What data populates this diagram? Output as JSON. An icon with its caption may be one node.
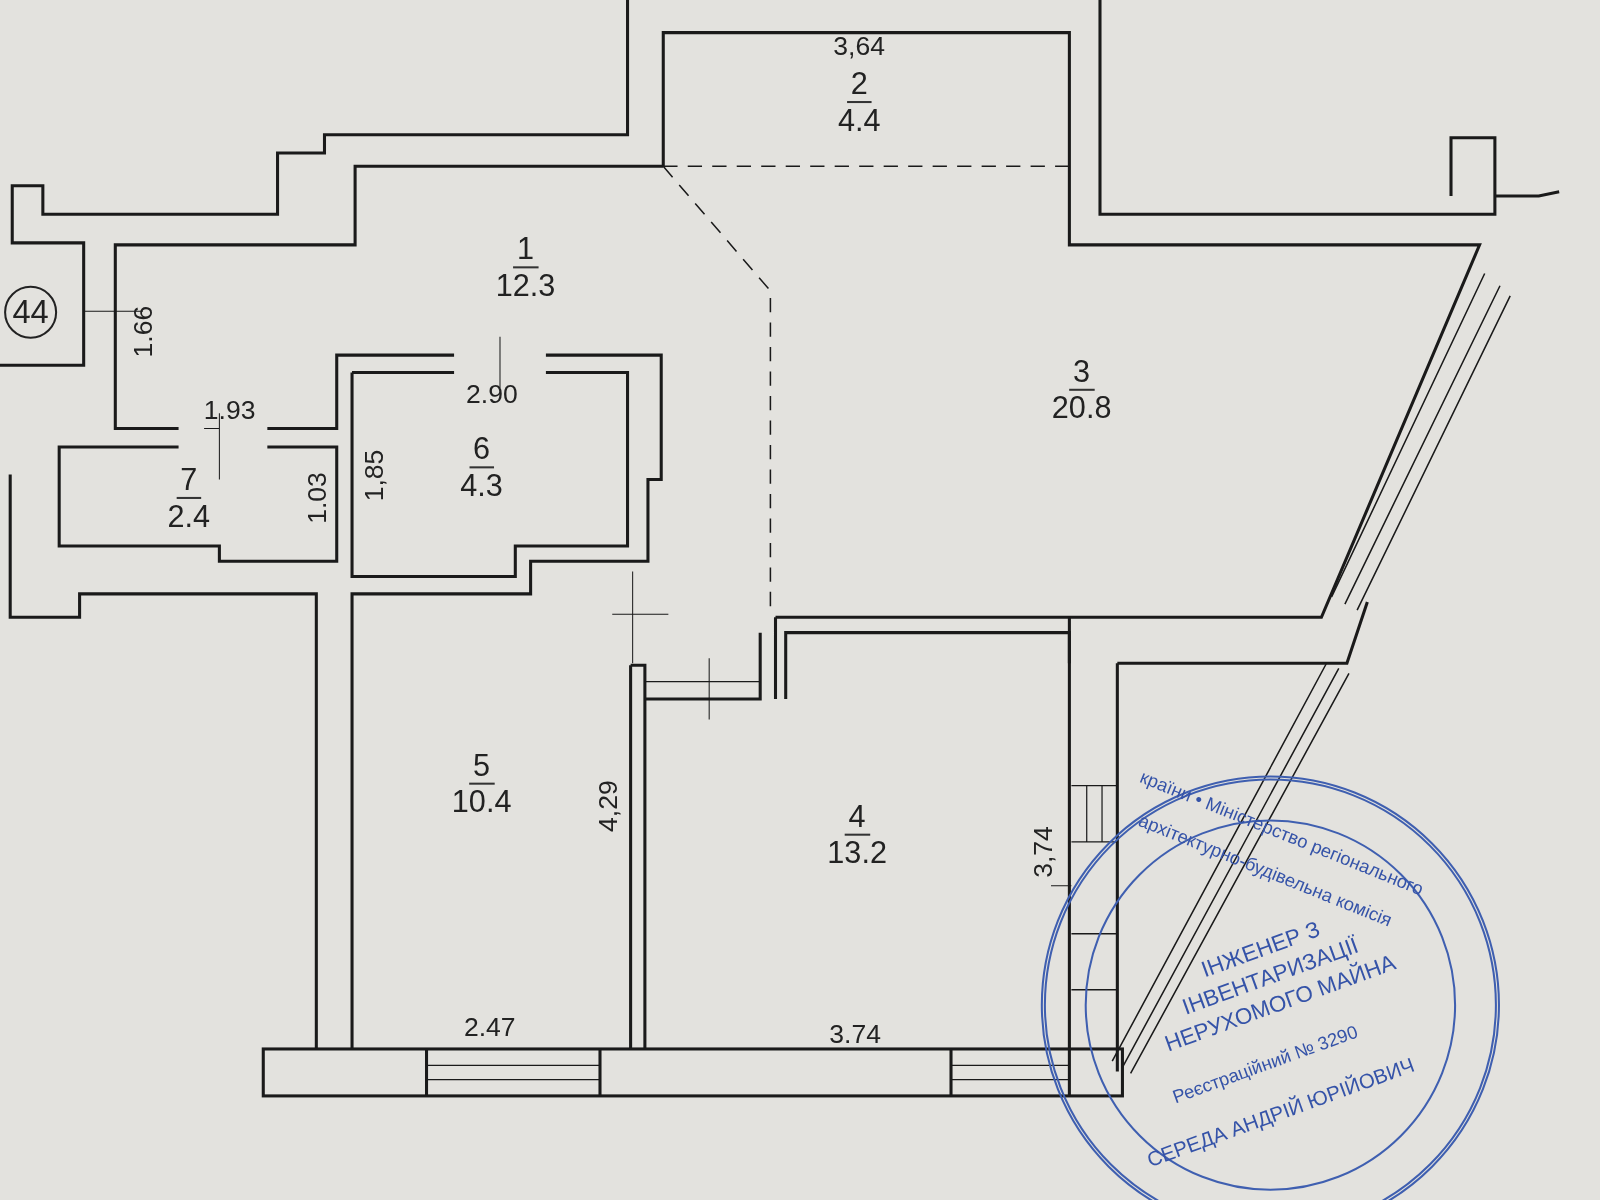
{
  "diagram": {
    "nodes": [
      {
        "text": [
          "1",
          "12.3"
        ]
      },
      {
        "text": [
          "2",
          "4.4"
        ]
      },
      {
        "text": [
          "3",
          "20.8"
        ]
      },
      {
        "text": [
          "4",
          "13.2"
        ]
      },
      {
        "text": [
          "5",
          "10.4"
        ]
      },
      {
        "text": [
          "6",
          "4.3"
        ]
      },
      {
        "text": [
          "7",
          "2.4"
        ]
      },
      {
        "text": [
          "44"
        ]
      },
      {
        "text": [
          "країни • Міністерство регіонального",
          "архітектурно-будівельна комісія",
          "ІНЖЕНЕР З ІНВЕНТАРИЗАЦІЇ НЕРУХОМОГО МАЙНА",
          "Реєстраційний № 3290",
          "СЕРЕДА АНДРІЙ ЮРІЙОВИЧ"
        ]
      }
    ],
    "labels": [
      "3,64",
      "1.66",
      "1.93",
      "2.90",
      "1,85",
      "1.03",
      "4,29",
      "3,74",
      "2.47",
      "3.74"
    ]
  }
}
